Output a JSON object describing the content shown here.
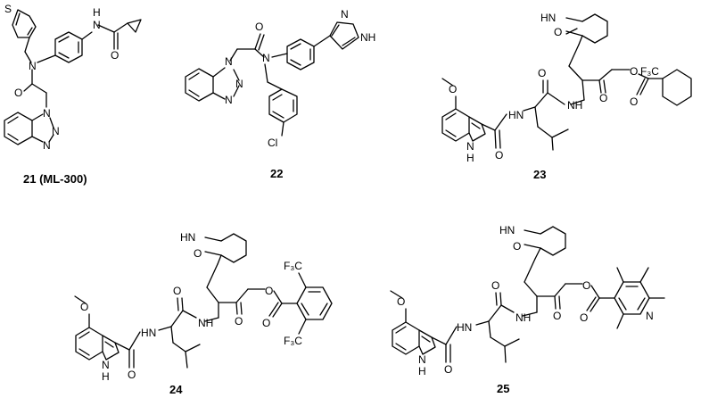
{
  "compounds": [
    {
      "label": "21 (ML-300)",
      "atoms": {
        "s": "S",
        "n": "N",
        "nh": "H",
        "nh_n": "N",
        "o1": "O",
        "o2": "O",
        "n1": "N",
        "n2": "N",
        "n3": "N"
      }
    },
    {
      "label": "22",
      "atoms": {
        "o": "O",
        "n_amide": "N",
        "n_im1": "N",
        "nh": "NH",
        "n1": "N",
        "n2": "N",
        "n3": "N",
        "cl": "Cl"
      }
    },
    {
      "label": "23",
      "atoms": {
        "hn": "HN",
        "o_lactam": "O",
        "o_ketone": "O",
        "o_ester": "O",
        "o_ester_co": "O",
        "cf3": "F₃C",
        "o_methoxy": "O",
        "nh_amide1": "HN",
        "nh_amide2": "NH",
        "o_amide": "O",
        "o_amide2": "O",
        "nh_indole": "N",
        "h_indole": "H"
      }
    },
    {
      "label": "24",
      "atoms": {
        "hn": "HN",
        "o_lactam": "O",
        "o_ketone": "O",
        "o_ester": "O",
        "o_ester_co": "O",
        "cf3_top": "F₃C",
        "cf3_bottom": "F₃C",
        "o_methoxy": "O",
        "nh_amide1": "HN",
        "nh_amide2": "NH",
        "o_amide": "O",
        "o_amide2": "O",
        "nh_indole": "N",
        "h_indole": "H"
      }
    },
    {
      "label": "25",
      "atoms": {
        "hn": "HN",
        "o_lactam": "O",
        "o_ketone": "O",
        "o_ester": "O",
        "o_ester_co": "O",
        "n_pyridine": "N",
        "o_methoxy": "O",
        "nh_amide1": "HN",
        "nh_amide2": "NH",
        "o_amide": "O",
        "o_amide2": "O",
        "nh_indole": "N",
        "h_indole": "H"
      }
    }
  ]
}
